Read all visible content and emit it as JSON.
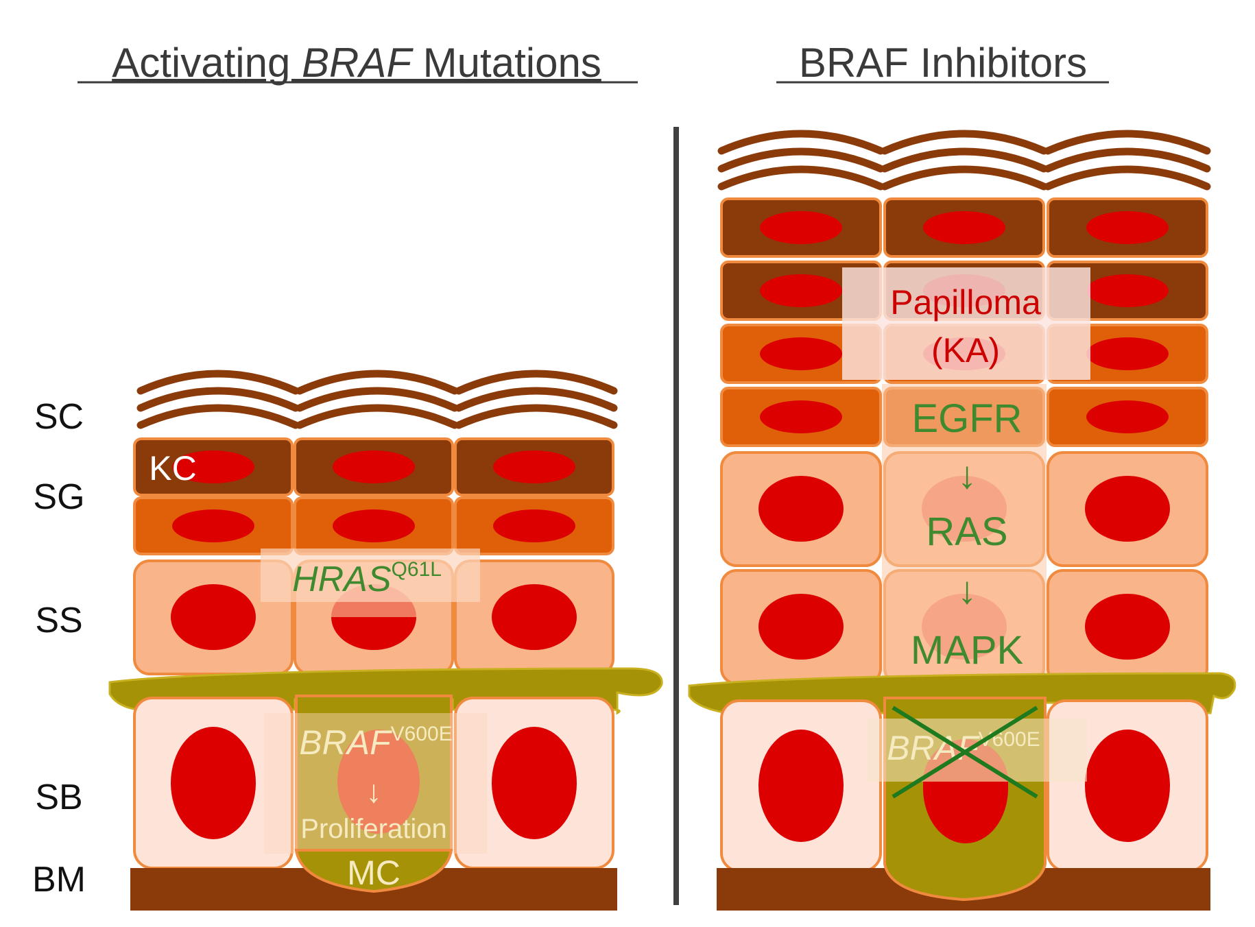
{
  "titles": {
    "left_prefix": "Activating ",
    "left_italic": "BRAF",
    "left_suffix": " Mutations",
    "right": "BRAF Inhibitors"
  },
  "layer_labels": {
    "sc": "SC",
    "sg": "SG",
    "ss": "SS",
    "sb": "SB",
    "bm": "BM"
  },
  "left_panel": {
    "kc": "KC",
    "hras": "HRAS",
    "hras_sup": "Q61L",
    "braf": "BRAF",
    "braf_sup": "V600E",
    "arrow": "↓",
    "proliferation": "Proliferation",
    "mc": "MC"
  },
  "right_panel": {
    "papilloma": "Papilloma",
    "ka": "(KA)",
    "egfr": "EGFR",
    "arrow1": "↓",
    "ras": "RAS",
    "arrow2": "↓",
    "mapk": "MAPK",
    "braf": "BRAF",
    "braf_sup": "V600E"
  },
  "colors": {
    "dark_brown": "#8B3A0A",
    "orange": "#E0600A",
    "light_orange": "#FAB48A",
    "pale": "#FDE3D8",
    "cell_border": "#F08A3E",
    "nucleus": "#DD0000",
    "melanocyte": "#A69206",
    "green_text": "#3F8A2E",
    "papilloma_red": "#CC0000"
  }
}
